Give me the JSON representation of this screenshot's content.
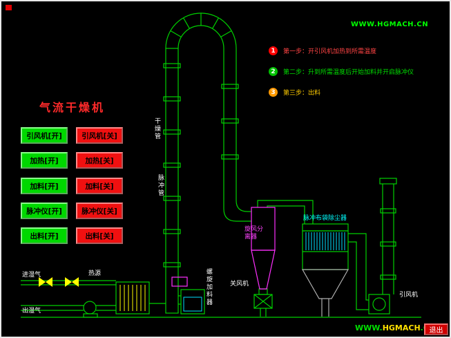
{
  "title": "气流干燥机",
  "top_watermark": "WWW.HGMACH.CN",
  "bottom_watermark": {
    "part1": "WWW.",
    "part2": "HGMACH",
    "part3": ".CN"
  },
  "exit_button": "退出",
  "control_buttons": {
    "on": [
      "引风机[开]",
      "加热[开]",
      "加料[开]",
      "脉冲仪[开]",
      "出料[开]"
    ],
    "off": [
      "引风机[关]",
      "加热[关]",
      "加料[关]",
      "脉冲仪[关]",
      "出料[关]"
    ]
  },
  "steps": [
    {
      "number": "1",
      "circle_color": "#ff0000",
      "text": "第一步：开引风机加热到所需温度"
    },
    {
      "number": "2",
      "circle_color": "#00c000",
      "text": "第二步：升到所需温度后开始加料并开启脉冲仪"
    },
    {
      "number": "3",
      "circle_color": "#ff9900",
      "text": "第三步：出料"
    }
  ],
  "diagram_labels": {
    "drying_tube": "干燥管",
    "pulse_tube": "脉冲管",
    "cyclone_separator": "旋风分离器",
    "bag_dust_collector": "脉冲布袋除尘器",
    "rotary_valve": "关风机",
    "screw_feeder": "螺旋加料器",
    "induced_draft_fan": "引风机",
    "wet_gas_inlet": "进湿气",
    "wet_gas_outlet": "出湿气",
    "heat_source": "热源"
  },
  "colors": {
    "pipe_green": "#00d000",
    "cyclone_magenta": "#ff30ff",
    "bag_cyan": "#00e0ff",
    "valve_yellow": "#ffff00",
    "title_red": "#ff2a2a",
    "button_on_green": "#00d800",
    "button_off_red": "#f01010",
    "watermark_green": "#00ff00"
  }
}
